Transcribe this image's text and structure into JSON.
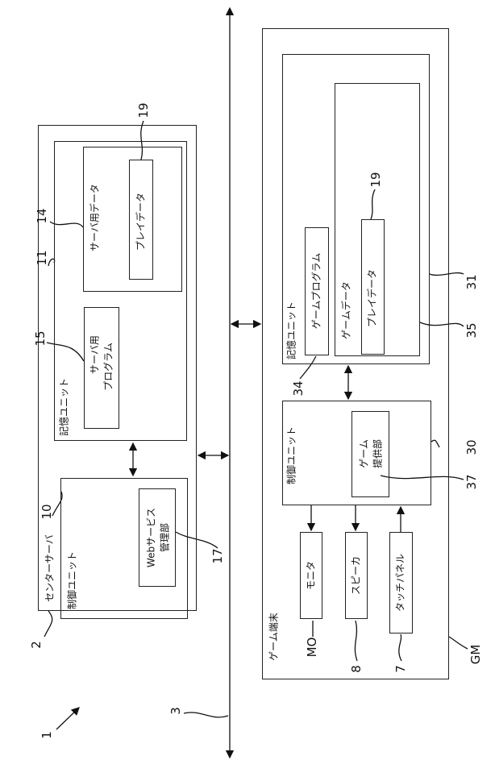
{
  "figure_ref": "1",
  "network": {
    "ref": "3"
  },
  "center_server": {
    "ref": "2",
    "label": "センターサーバ",
    "storage_unit": {
      "ref": "11",
      "label": "記憶ユニット",
      "server_data": {
        "ref": "14",
        "label": "サーバ用データ",
        "play_data": {
          "ref": "19",
          "label": "プレイデータ"
        }
      },
      "server_program": {
        "ref": "15",
        "line1": "サーバ用",
        "line2": "プログラム"
      }
    },
    "control_unit": {
      "ref": "10",
      "label": "制御ユニット",
      "web_service": {
        "ref": "17",
        "line1": "Webサービス",
        "line2": "管理部"
      }
    }
  },
  "game_terminal": {
    "ref": "GM",
    "label": "ゲーム端末",
    "storage_unit": {
      "ref": "31",
      "label": "記憶ユニット",
      "game_program": {
        "ref": "34",
        "label": "ゲームプログラム"
      },
      "game_data": {
        "ref": "35",
        "label": "ゲームデータ",
        "play_data": {
          "ref": "19",
          "label": "プレイデータ"
        }
      }
    },
    "control_unit": {
      "ref": "30",
      "label": "制御ユニット",
      "game_provider": {
        "ref": "37",
        "line1": "ゲーム",
        "line2": "提供部"
      }
    },
    "monitor": {
      "ref": "MO",
      "label": "モニタ"
    },
    "speaker": {
      "ref": "8",
      "label": "スピーカ"
    },
    "touch_panel": {
      "ref": "7",
      "label": "タッチパネル"
    }
  }
}
